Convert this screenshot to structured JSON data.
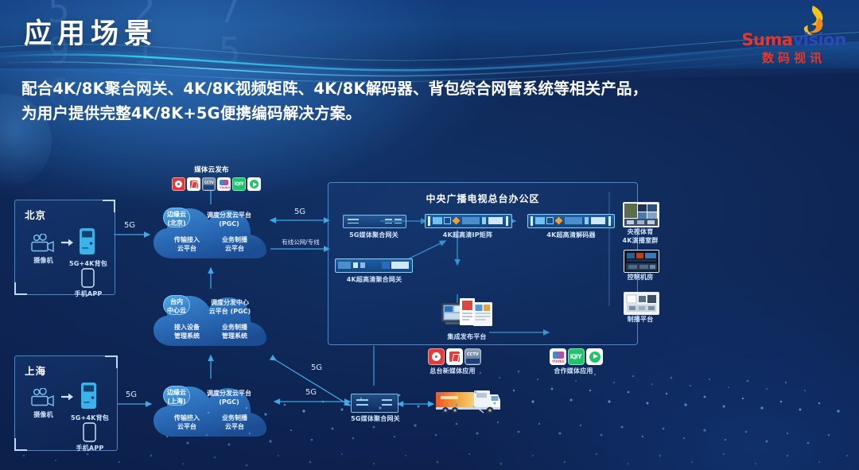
{
  "header": {
    "title": "应用场景",
    "logo": {
      "en_part1": "Suma",
      "en_part2": "vis",
      "en_part3": "ion",
      "cn": "数码视讯",
      "flame_icon": "flame-icon"
    }
  },
  "subtitle": {
    "line1": "配合4K/8K聚合网关、4K/8K视频矩阵、4K/8K解码器、背包综合网管系统等相关产品，",
    "line2": "为用户提供完整4K/8K+5G便携编码解决方案。"
  },
  "diagram": {
    "media_publish": {
      "label": "媒体云发布",
      "apps": [
        "migu-app-icon",
        "cctv-app-icon",
        "cctv-video-app-icon",
        "youku-app-icon",
        "iqiyi-app-icon",
        "tencent-video-app-icon"
      ]
    },
    "regions": [
      {
        "name": "北京",
        "camera_label": "摄像机",
        "backpack_label": "5G+4K背包",
        "phone_label": "手机APP"
      },
      {
        "name": "上海",
        "camera_label": "摄像机",
        "backpack_label": "5G+4K背包",
        "phone_label": "手机APP"
      }
    ],
    "clouds": [
      {
        "badge": "边缘云\n(北京)",
        "badge_line1": "边缘云",
        "badge_line2": "(北京)",
        "top": "调度分发云平台\n(PGC)",
        "top_line1": "调度分发云平台",
        "top_line2": "(PGC)",
        "left_line1": "传输接入",
        "left_line2": "云平台",
        "right_line1": "业务制播",
        "right_line2": "云平台"
      },
      {
        "badge_line1": "台内",
        "badge_line2": "中心云",
        "top_line1": "调度分发中心",
        "top_line2": "云平台 (PGC)",
        "left_line1": "接入设备",
        "left_line2": "管理系统",
        "right_line1": "业务制播",
        "right_line2": "管理系统"
      },
      {
        "badge_line1": "边缘云",
        "badge_line2": "(上海)",
        "top_line1": "调度分发云平台",
        "top_line2": "(PGC)",
        "left_line1": "传输接入",
        "left_line2": "云平台",
        "right_line1": "业务制播",
        "right_line2": "云平台"
      }
    ],
    "links": {
      "beijing_5g": "5G",
      "beijing_wired": "有线公网/专线",
      "shanghai_5g": "5G",
      "shanghai_5g_lower": "5G",
      "center_5g_diag": "5G"
    },
    "central": {
      "title": "中央广播电视总台办公区",
      "gateway_5g": "5G媒体聚合网关",
      "ip_matrix": "4K超高清IP矩阵",
      "decoder": "4K超高清解码器",
      "gateway_4k": "4K超高清聚合网关",
      "integrated_platform": "集成发布平台",
      "new_media_apps": "总台新媒体应用",
      "partner_media_apps": "合作媒体应用",
      "new_media_icons": [
        "migu-app-icon",
        "cctv-app-icon",
        "cctv-video-app-icon"
      ],
      "partner_icons": [
        "youku-app-icon",
        "iqiyi-app-icon",
        "tencent-video-app-icon"
      ],
      "right_items": [
        {
          "line1": "央视体育",
          "line2": "4K演播室群",
          "icon": "studio-thumbnail"
        },
        {
          "line1": "控制机房",
          "line2": "",
          "icon": "control-room-thumbnail"
        },
        {
          "line1": "制播平台",
          "line2": "",
          "icon": "production-platform-thumbnail"
        }
      ]
    },
    "bottom": {
      "gateway_5g": "5G媒体聚合网关",
      "truck_icon": "ob-van-icon"
    }
  },
  "colors": {
    "bg_deep": "#0b1d44",
    "bg_mid": "#123266",
    "accent_cyan": "#35c6e8",
    "accent_blue": "#3a9ce0",
    "brand_red": "#e8352a",
    "brand_blue": "#2b49b8",
    "flame_yellow": "#f5c11a",
    "text_white": "#ffffff",
    "label_blue": "#cfe4fb"
  }
}
